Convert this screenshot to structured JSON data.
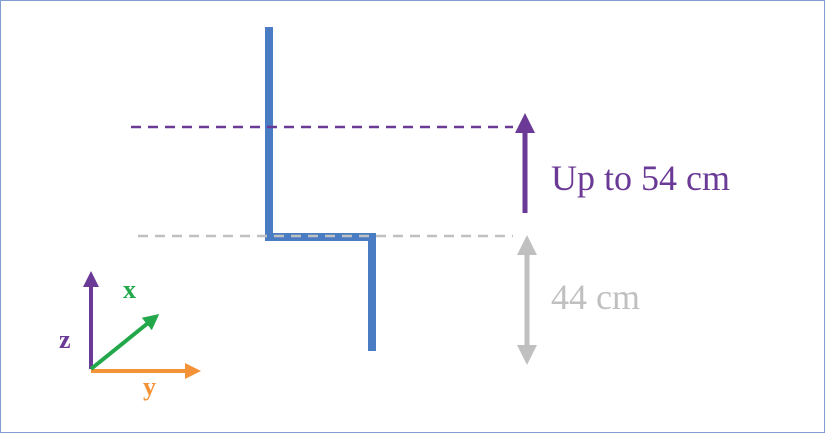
{
  "diagram": {
    "raise_label": "Up to 54 cm",
    "height_label": "44 cm",
    "axes": {
      "x": "x",
      "y": "y",
      "z": "z"
    },
    "colors": {
      "frame": "#7f9fd0",
      "part": "#4a7cc4",
      "raise": "#6a3a96",
      "height": "#c0c0c0",
      "axis_x": "#22a84a",
      "axis_y": "#f39237",
      "axis_z": "#6a3a96"
    }
  }
}
